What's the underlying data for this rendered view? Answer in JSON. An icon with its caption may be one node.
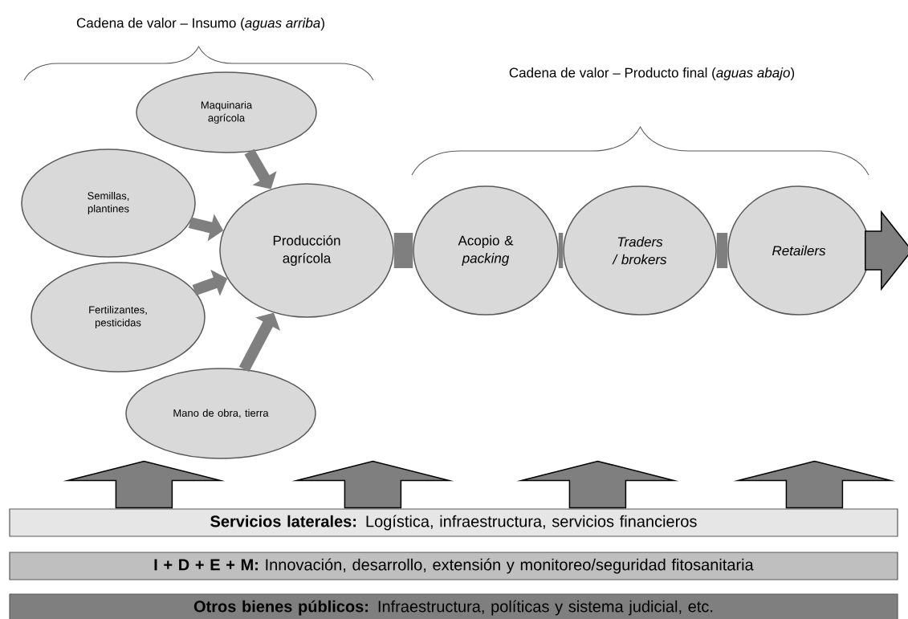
{
  "diagram": {
    "nodes": [
      {
        "text": [
          "Maquinaria agrícola"
        ]
      },
      {
        "text": [
          "Semillas, plantines"
        ]
      },
      {
        "text": [
          "Fertilizantes, pesticidas"
        ]
      },
      {
        "text": [
          "Mano de obra, tierra"
        ]
      },
      {
        "text": [
          "Producción agrícola"
        ]
      },
      {
        "text": [
          "Acopio & *packing*"
        ]
      },
      {
        "text": [
          "*Traders / brokers*"
        ]
      },
      {
        "text": [
          "*Retailers*"
        ]
      },
      {
        "text": [
          "**Servicios laterales:** Logística, infraestructura, servicios financieros"
        ]
      },
      {
        "text": [
          "**I + D + E + M:** Innovación, desarrollo, extensión y monitoreo/seguridad fitosanitaria"
        ]
      },
      {
        "text": [
          "**Otros bienes públicos:** Infraestructura, políticas y sistema judicial, etc."
        ]
      }
    ],
    "edges": [
      {
        "from": 0,
        "to": 4,
        "arrow": "to"
      },
      {
        "from": 1,
        "to": 4,
        "arrow": "to"
      },
      {
        "from": 2,
        "to": 4,
        "arrow": "to"
      },
      {
        "from": 3,
        "to": 4,
        "arrow": "to"
      },
      {
        "from": 4,
        "to": 5,
        "arrow": "none",
        "style": "thick"
      },
      {
        "from": 5,
        "to": 6,
        "arrow": "none",
        "style": "thick"
      },
      {
        "from": 6,
        "to": 7,
        "arrow": "none",
        "style": "thick"
      },
      {
        "from": 7,
        "to": null,
        "arrow": "to"
      },
      {
        "from": 8,
        "to": null,
        "arrow": "to"
      },
      {
        "from": 8,
        "to": null,
        "arrow": "to"
      },
      {
        "from": 8,
        "to": null,
        "arrow": "to"
      },
      {
        "from": 8,
        "to": null,
        "arrow": "to"
      }
    ],
    "labels": [
      "Cadena de valor – Insumo (*aguas arriba*)",
      "Cadena de valor – Producto final (*aguas abajo*)"
    ]
  }
}
